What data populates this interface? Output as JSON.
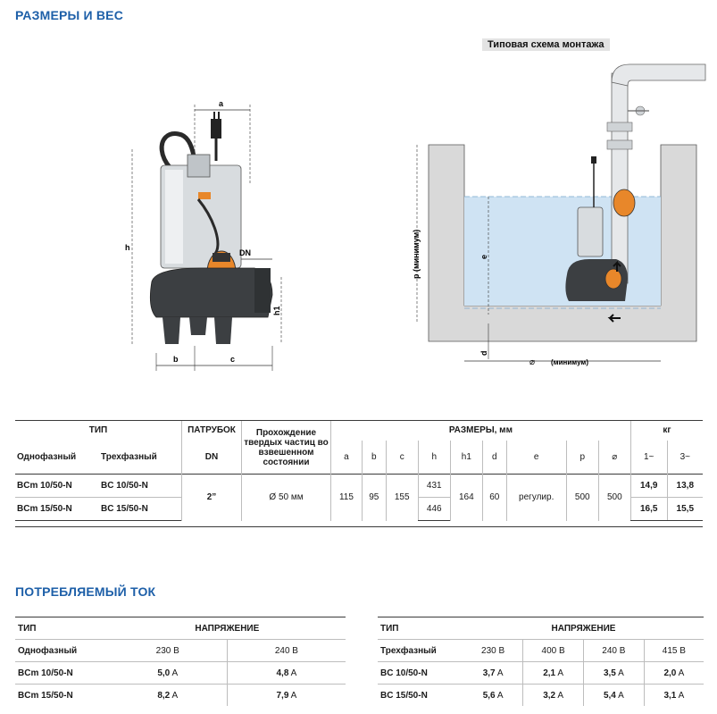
{
  "titles": {
    "dimensions": "РАЗМЕРЫ И ВЕС",
    "current": "ПОТРЕБЛЯЕМЫЙ ТОК"
  },
  "diagram": {
    "caption": "Типовая схема монтажа",
    "labels": {
      "a": "a",
      "h": "h",
      "h1": "h1",
      "DN": "DN",
      "b": "b",
      "c": "c",
      "p": "p (минимум)",
      "e": "e",
      "d": "d",
      "dia": "(минимум)",
      "dia_symbol": "⌀"
    }
  },
  "dims_table": {
    "headers": {
      "type": "ТИП",
      "outlet": "ПАТРУБОК",
      "solids": "Прохождение твердых частиц во взвешенном состоянии",
      "sizes": "РАЗМЕРЫ, мм",
      "kg": "кг",
      "single": "Однофазный",
      "three": "Трехфазный",
      "dn": "DN",
      "cols": [
        "a",
        "b",
        "c",
        "h",
        "h1",
        "d",
        "e",
        "p",
        "⌀"
      ],
      "kg1": "1~",
      "kg3": "3~"
    },
    "rows": [
      {
        "single": "BCm 10/50-N",
        "three": "BC 10/50-N",
        "h": "431",
        "kg1": "14,9",
        "kg3": "13,8"
      },
      {
        "single": "BCm 15/50-N",
        "three": "BC 15/50-N",
        "h": "446",
        "kg1": "16,5",
        "kg3": "15,5"
      }
    ],
    "shared": {
      "dn": "2”",
      "solids": "Ø 50 мм",
      "a": "115",
      "b": "95",
      "c": "155",
      "h1": "164",
      "d": "60",
      "e": "регулир.",
      "p": "500",
      "dia": "500"
    }
  },
  "current_left": {
    "type_header": "ТИП",
    "voltage_header": "НАПРЯЖЕНИЕ",
    "phase": "Однофазный",
    "voltages": [
      "230 В",
      "240 В"
    ],
    "rows": [
      {
        "model": "BCm 10/50-N",
        "values": [
          "5,0",
          "4,8"
        ]
      },
      {
        "model": "BCm 15/50-N",
        "values": [
          "8,2",
          "7,9"
        ]
      }
    ],
    "unit": "A"
  },
  "current_right": {
    "type_header": "ТИП",
    "voltage_header": "НАПРЯЖЕНИЕ",
    "phase": "Трехфазный",
    "voltages": [
      "230 В",
      "400 В",
      "240 В",
      "415 В"
    ],
    "rows": [
      {
        "model": "BC 10/50-N",
        "values": [
          "3,7",
          "2,1",
          "3,5",
          "2,0"
        ]
      },
      {
        "model": "BC 15/50-N",
        "values": [
          "5,6",
          "3,2",
          "5,4",
          "3,1"
        ]
      }
    ],
    "unit": "A"
  },
  "colors": {
    "title_blue": "#1d5fa8",
    "float_orange": "#e8872a",
    "water_blue": "#cfe3f3"
  }
}
